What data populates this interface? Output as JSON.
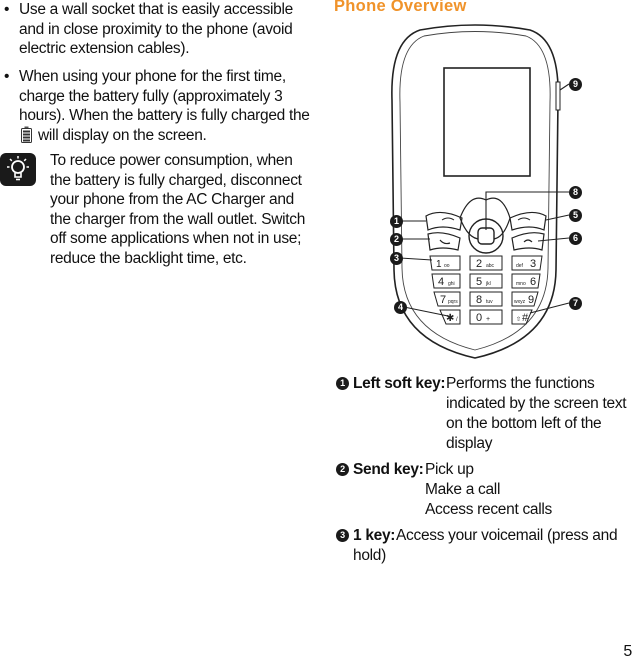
{
  "bullets": [
    {
      "marker": "•",
      "text": "Use a wall socket that is easily accessible and in close proximity to the phone (avoid electric extension cables)."
    },
    {
      "marker": "•",
      "text_before_icon": "When using your phone for the first time, charge the battery fully (approximately 3 hours). When the battery is fully charged the",
      "text_after_icon": "will display on the screen."
    }
  ],
  "tip": {
    "icon": "lightbulb-tip-icon",
    "text": "To reduce power consumption, when the battery is fully charged, disconnect your phone from the AC Charger and the charger from the wall outlet. Switch off some applications when not in use; reduce the backlight time, etc."
  },
  "section_title": "Phone Overview",
  "figure": {
    "callouts": [
      "1",
      "2",
      "3",
      "4",
      "5",
      "6",
      "7",
      "8",
      "9"
    ],
    "keypad_labels": [
      "2 abc",
      "3 def",
      "4 ghi",
      "5 jkl",
      "6 mno",
      "7 pqrs",
      "8 tuv",
      "9 wxyz",
      "0 +",
      "# ⇧",
      "✱ /"
    ]
  },
  "key_list": [
    {
      "num": "1",
      "name": "Left soft key:",
      "desc_lines": [
        "Performs the functions",
        "indicated by the screen text",
        "on the bottom left of the",
        "display"
      ]
    },
    {
      "num": "2",
      "name": "Send key:",
      "desc_lines": [
        "Pick up",
        "Make a call",
        "Access recent calls"
      ]
    },
    {
      "num": "3",
      "name": "1 key:",
      "desc_lines": [
        "Access your voicemail (press and",
        "hold)"
      ]
    }
  ],
  "page_number": "5",
  "colors": {
    "title_orange": "#f0932a",
    "callout_black": "#1a1a1a"
  }
}
